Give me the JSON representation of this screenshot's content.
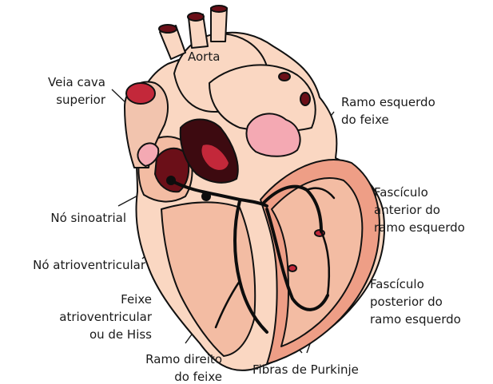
{
  "diagram": {
    "colors": {
      "outline": "#111111",
      "heart_fill": "#fad7c2",
      "chamber_fill": "#f2b69b",
      "chamber_shade": "#e9907a",
      "vessel_inner": "#c3283a",
      "vessel_dark": "#6b0f18",
      "conduction": "#0d0d0d",
      "pink_tissue": "#f4a9b3",
      "leader": "#1a1a1a"
    },
    "labels": {
      "aorta": [
        "Aorta"
      ],
      "veia_cava": [
        "Veia cava",
        "superior"
      ],
      "ramo_esquerdo": [
        "Ramo esquerdo",
        "do feixe"
      ],
      "no_sinoatrial": [
        "Nó sinoatrial"
      ],
      "fasciculo_anterior": [
        "Fascículo",
        "anterior do",
        "ramo esquerdo"
      ],
      "no_atrioventricular": [
        "Nó atrioventricular"
      ],
      "feixe_hiss": [
        "Feixe",
        "atrioventricular",
        "ou de Hiss"
      ],
      "fasciculo_posterior": [
        "Fascículo",
        "posterior do",
        "ramo esquerdo"
      ],
      "ramo_direito": [
        "Ramo direito",
        "do feixe"
      ],
      "fibras_purkinje": [
        "Fibras de Purkinje"
      ]
    }
  }
}
